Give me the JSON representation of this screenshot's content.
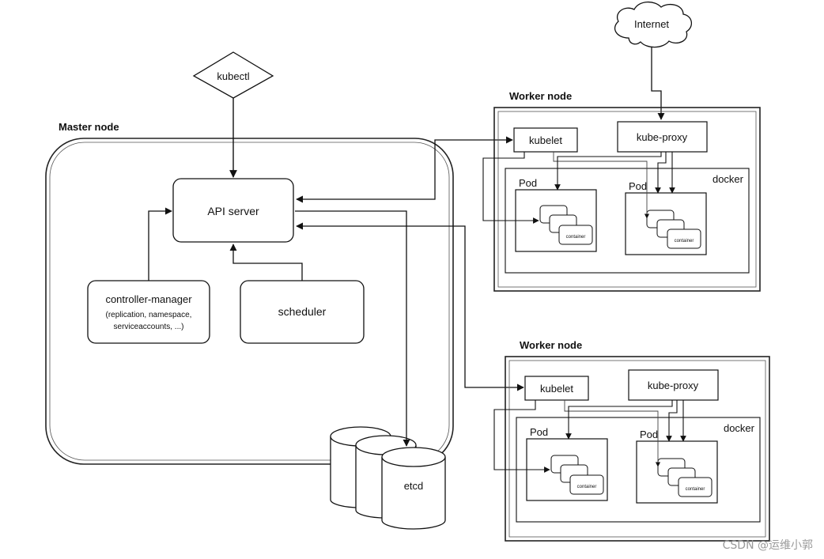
{
  "master": {
    "title": "Master node",
    "api_server": "API server",
    "kubectl": "kubectl",
    "controller_manager": {
      "line1": "controller-manager",
      "line2": "(replication, namespace,",
      "line3": "serviceaccounts, ...)"
    },
    "scheduler": "scheduler",
    "etcd": "etcd"
  },
  "internet": "Internet",
  "workers": [
    {
      "title": "Worker node",
      "kubelet": "kubelet",
      "kube_proxy": "kube-proxy",
      "docker": "docker",
      "pods": [
        {
          "label": "Pod",
          "container": "container"
        },
        {
          "label": "Pod",
          "container": "container"
        }
      ]
    },
    {
      "title": "Worker node",
      "kubelet": "kubelet",
      "kube_proxy": "kube-proxy",
      "docker": "docker",
      "pods": [
        {
          "label": "Pod",
          "container": "container"
        },
        {
          "label": "Pod",
          "container": "container"
        }
      ]
    }
  ],
  "watermark": "CSDN @运维小郭"
}
